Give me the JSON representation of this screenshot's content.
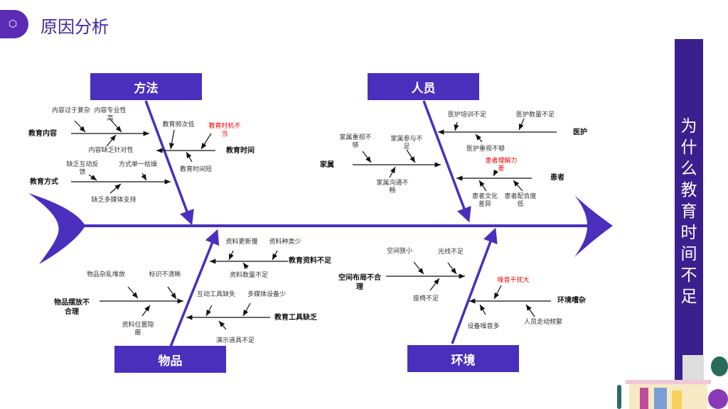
{
  "header": {
    "title": "原因分析",
    "icon": "hexagon-plus-icon"
  },
  "problem": "为什么教育时间不足",
  "categories": {
    "method": {
      "label": "方法",
      "branches": {
        "content": "教育内容",
        "time": "教育时间",
        "mode": "教育方式"
      },
      "causes": {
        "c1": "内容过于复杂",
        "c2": "内容专业性高",
        "c3": "内容缺乏针对性",
        "t1": "教育频次低",
        "t2": "教育时机不当",
        "t3": "教育时间短",
        "m1": "缺乏互动反馈",
        "m2": "方式单一枯燥",
        "m3": "缺乏多媒体支持"
      }
    },
    "people": {
      "label": "人员",
      "branches": {
        "medical": "医护",
        "family": "家属",
        "patient": "患者"
      },
      "causes": {
        "d1": "医护培训不足",
        "d2": "医护数量不足",
        "d3": "医护重视不够",
        "f1": "家属重视不够",
        "f2": "家属参与不足",
        "f3": "家属沟通不畅",
        "p1": "患者理解力差",
        "p2": "患者文化差异",
        "p3": "患者配合度低"
      }
    },
    "items": {
      "label": "物品",
      "branches": {
        "materials": "教育资料不足",
        "placement": "物品摆放不合理",
        "tools": "教育工具缺乏"
      },
      "causes": {
        "a1": "资料更新慢",
        "a2": "资料种类少",
        "a3": "资料数量不足",
        "b1": "物品杂乱堆放",
        "b2": "标识不清晰",
        "b3": "资料位置隐蔽",
        "e1": "互动工具缺失",
        "e2": "多媒体设备少",
        "e3": "演示道具不足"
      }
    },
    "environment": {
      "label": "环境",
      "branches": {
        "layout": "空间布局不合理",
        "noise": "环境嘈杂"
      },
      "causes": {
        "s1": "空间狭小",
        "s2": "光线不足",
        "s3": "座椅不足",
        "n1": "噪音干扰大",
        "n2": "设备噪音多",
        "n3": "人员走动频繁"
      }
    }
  },
  "colors": {
    "primary": "#4a2fbd",
    "banner": "#3b1f8f",
    "highlight": "#e00000"
  }
}
